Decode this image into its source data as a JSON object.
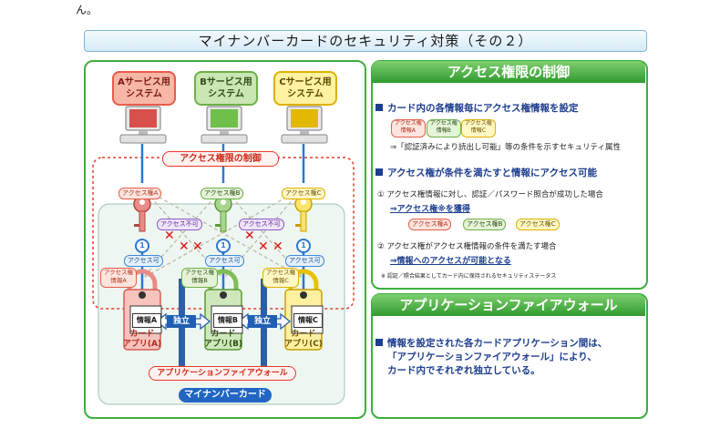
{
  "header": {
    "top_char": "ん。",
    "title": "マイナンバーカードのセキュリティ対策（その２）"
  },
  "left": {
    "services": [
      {
        "label": "Aサービス用\nシステム"
      },
      {
        "label": "Bサービス用\nシステム"
      },
      {
        "label": "Cサービス用\nシステム"
      }
    ],
    "control_label": "アクセス権限の制御",
    "rights": [
      "アクセス権A",
      "アクセス権B",
      "アクセス権C"
    ],
    "denied": [
      "アクセス不可",
      "アクセス不可"
    ],
    "allowed": [
      "アクセス可",
      "アクセス可",
      "アクセス可"
    ],
    "right_info": [
      "アクセス権\n情報A",
      "アクセス権\n情報B",
      "アクセス権\n情報C"
    ],
    "info": [
      "情報A",
      "情報B",
      "情報C"
    ],
    "apps": [
      "カード\nアプリ(A)",
      "カード\nアプリ(B)",
      "カード\nアプリ(C)"
    ],
    "independent": [
      "独立",
      "独立"
    ],
    "firewall_label": "アプリケーションファイアウォール",
    "card_label": "マイナンバーカード",
    "colors": {
      "red": "#e85c4a",
      "green": "#6fb048",
      "yellow": "#e0b000",
      "blue": "#2266c4",
      "panel_border": "#3cae3c"
    },
    "icons": [
      "computer-icon",
      "key-icon",
      "padlock-icon"
    ]
  },
  "right": {
    "section1_title": "アクセス権限の制御",
    "b1": "カード内の各情報毎にアクセス権情報を設定",
    "b1_tags": [
      "アクセス権\n情報A",
      "アクセス権\n情報B",
      "アクセス権\n情報C"
    ],
    "b1_note": "⇒「認証済みにより読出し可能」等の条件を示すセキュリティ属性",
    "b2": "アクセス権が条件を満たすと情報にアクセス可能",
    "step1": "①  アクセス権情報に対し、認証／パスワード照合が成功した場合",
    "step1_result": "⇒アクセス権※を獲得",
    "step1_tags": [
      "アクセス権A",
      "アクセス権B",
      "アクセス権C"
    ],
    "step2": "②  アクセス権がアクセス権情報の条件を満たす場合",
    "step2_result": "⇒情報へのアクセスが可能となる",
    "footnote": "※  認証／照合結果としてカード内に保持されるセキュリティステータス",
    "section2_title": "アプリケーションファイアウォール",
    "b3_lines": [
      "情報を設定された各カードアプリケーション間は、",
      "「アプリケーションファイアウォール」により、",
      "カード内でそれぞれ独立している。"
    ]
  }
}
